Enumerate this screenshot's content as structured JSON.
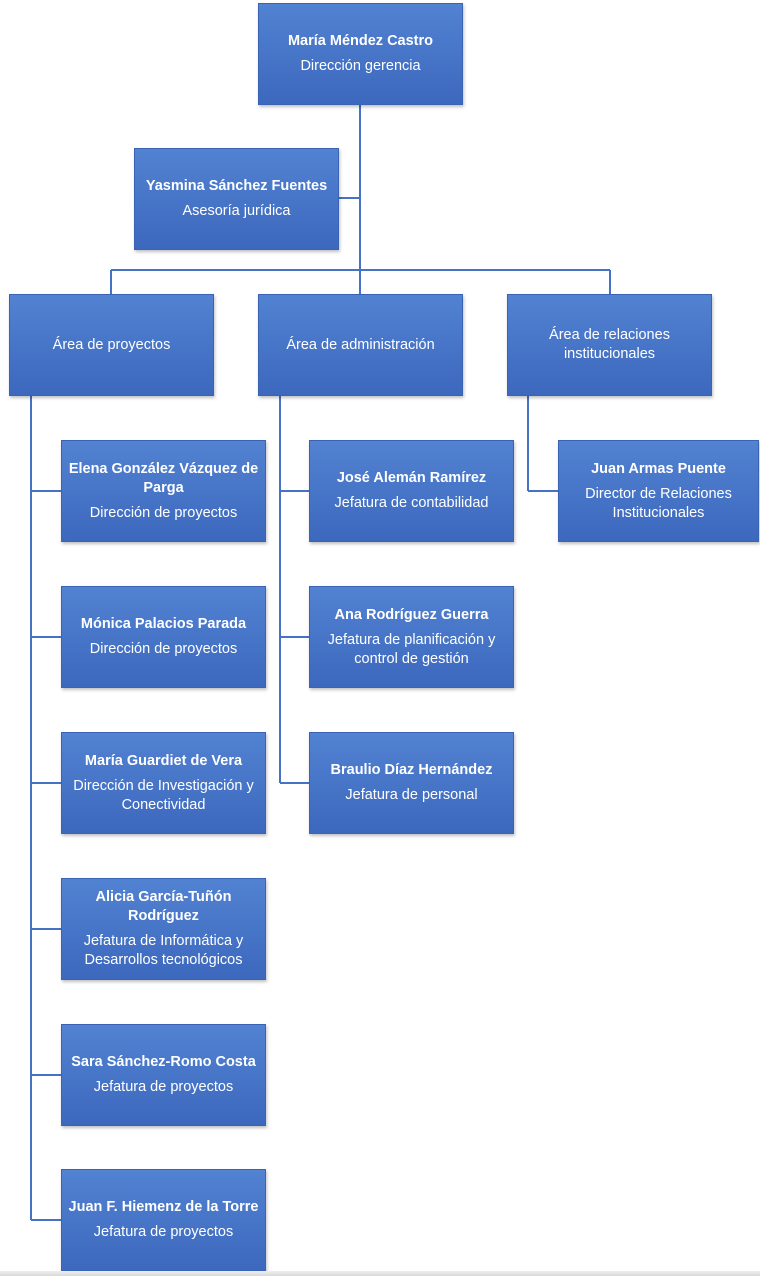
{
  "root": {
    "name": "María Méndez Castro",
    "role": "Dirección gerencia"
  },
  "advisor": {
    "name": "Yasmina Sánchez Fuentes",
    "role": "Asesoría jurídica"
  },
  "areas": [
    {
      "label": "Área de proyectos"
    },
    {
      "label": "Área de administración"
    },
    {
      "label": "Área de relaciones institucionales"
    }
  ],
  "proyectos": [
    {
      "name": "Elena González Vázquez de Parga",
      "role": "Dirección de proyectos"
    },
    {
      "name": "Mónica Palacios Parada",
      "role": "Dirección de proyectos"
    },
    {
      "name": "María Guardiet de Vera",
      "role": "Dirección de Investigación y Conectividad"
    },
    {
      "name": "Alicia García-Tuñón Rodríguez",
      "role": "Jefatura de Informática y Desarrollos tecnológicos"
    },
    {
      "name": "Sara Sánchez-Romo Costa",
      "role": "Jefatura de proyectos"
    },
    {
      "name": "Juan F. Hiemenz de la Torre",
      "role": "Jefatura de proyectos"
    }
  ],
  "administracion": [
    {
      "name": "José Alemán Ramírez",
      "role": "Jefatura de contabilidad"
    },
    {
      "name": "Ana Rodríguez Guerra",
      "role": "Jefatura de planificación y control de gestión"
    },
    {
      "name": "Braulio Díaz Hernández",
      "role": "Jefatura de personal"
    }
  ],
  "relaciones": [
    {
      "name": "Juan Armas Puente",
      "role": "Director de Relaciones Institucionales"
    }
  ]
}
